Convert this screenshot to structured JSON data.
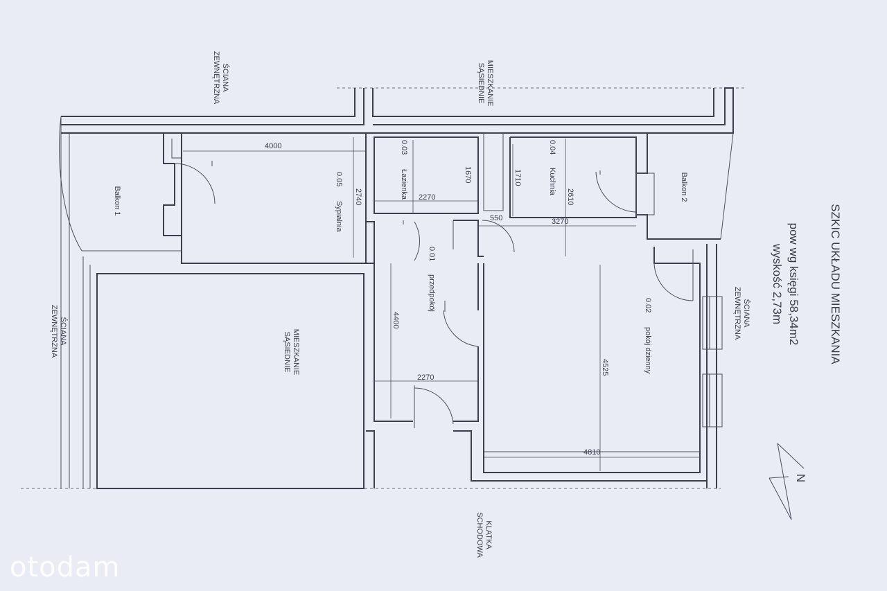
{
  "title": "SZKIC UKŁADU MIESZKANIA",
  "area": "pow wg księgi 58,34m2",
  "height": "wyskość 2,73m",
  "north": "N",
  "watermark": "otodam",
  "neighbors": {
    "top_line1": "MIESZKANIE",
    "top_line2": "SĄSIEDNIE",
    "left_line1": "MIESZKANIE",
    "left_line2": "SĄSIEDNIE"
  },
  "exterior": {
    "top_line1": "ŚCIANA",
    "top_line2": "ZEWNĘTRZNA",
    "left_line1": "ŚCIANA",
    "left_line2": "ZEWNĘTRZNA",
    "right_line1": "ŚCIANA",
    "right_line2": "ZEWNĘTRZNA"
  },
  "stairs": {
    "line1": "KLATKA",
    "line2": "SCHODOWA"
  },
  "rooms": {
    "balkon1": "Balkon 1",
    "balkon2": "Balkon 2",
    "sypialnia": {
      "num": "0.05",
      "name": "Sypialnia"
    },
    "lazienka": {
      "num": "0.03",
      "name": "Łazienka"
    },
    "kuchnia": {
      "num": "0.04",
      "name": "Kuchnia"
    },
    "przedpokoj": {
      "num": "0.01",
      "name": "przedpokój"
    },
    "pokoj": {
      "num": "0.02",
      "name": "pokój dzienny"
    }
  },
  "dimensions": {
    "d4000a": "4000",
    "d2740": "2740",
    "d1670": "1670",
    "d2270a": "2270",
    "d1710": "1710",
    "d2610": "2610",
    "d550": "550",
    "d3270": "3270",
    "d4400": "4400",
    "d2270b": "2270",
    "d4525": "4525",
    "d4810": "4810"
  }
}
